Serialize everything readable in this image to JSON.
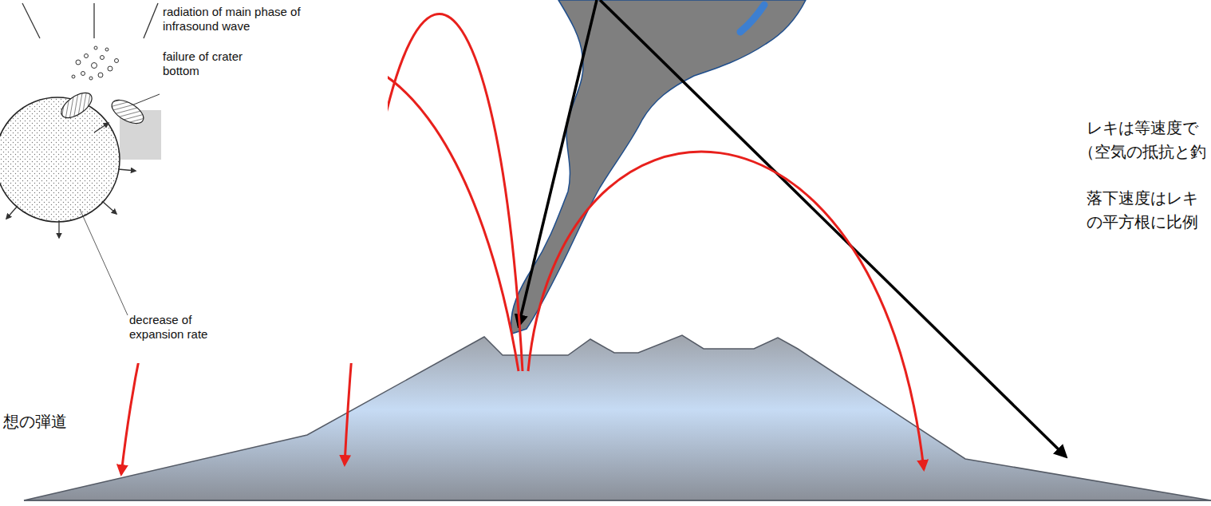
{
  "diagram": {
    "labels": [
      "radiation of main phase of infrasound wave",
      "failure of crater bottom",
      "decrease of expansion rate",
      "想の弾道",
      "レキは等速度で",
      "（空気の抵抗と釣",
      "落下速度はレキ",
      "の平方根に比例"
    ]
  }
}
